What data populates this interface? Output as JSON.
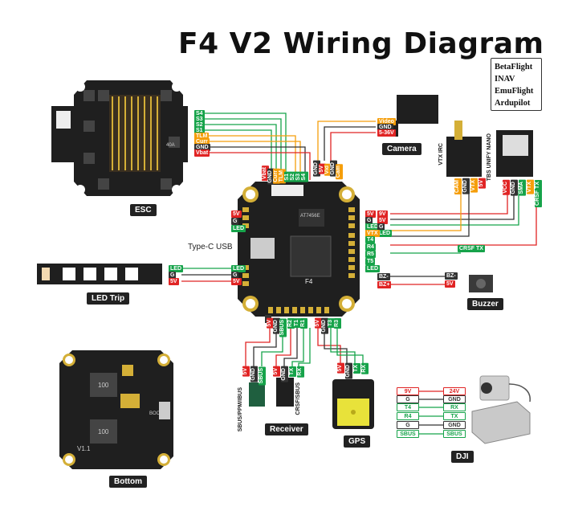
{
  "title": "F4 V2 Wiring Diagram",
  "firmware": [
    "BetaFlight",
    "INAV",
    "EmuFlight",
    "Ardupilot"
  ],
  "captions": {
    "esc": "ESC",
    "camera": "Camera",
    "led_strip": "LED Trip",
    "buzzer": "Buzzer",
    "receiver": "Receiver",
    "gps": "GPS",
    "bottom": "Bottom",
    "dji": "DJI"
  },
  "labels": {
    "type_c": "Type-C USB",
    "esc_chip": "40A",
    "mcu": "F4",
    "baro_chip": "AT7456E",
    "bottom_v": "V1.1",
    "bottom_boot": "BOOT",
    "inductor": "100",
    "vtx_irc": "VTX IRC",
    "tbs_nano": "TBS UNIFY NANO",
    "recv_left": "SBUS/PPM/IBUS",
    "recv_right": "CRSF/SBUS"
  },
  "esc_pins": [
    "S4",
    "S3",
    "S2",
    "S1",
    "TLM",
    "Curr",
    "GND",
    "Vbat"
  ],
  "camera_pins": [
    "Video",
    "GND",
    "5-36V"
  ],
  "led_pins": [
    "LED",
    "G",
    "5V"
  ],
  "fc_left_pins": [
    "5V",
    "G",
    "LED"
  ],
  "fc_left_lower": [
    "LED",
    "G",
    "5V"
  ],
  "fc_right_pins": [
    "5V",
    "G",
    "LED",
    "9V",
    "G",
    "VTX",
    "T4",
    "R4",
    "R5",
    "T5",
    "LED",
    "BZ-",
    "BZ+"
  ],
  "fc_right_outer": [
    "9V",
    "5V",
    "G",
    "LED"
  ],
  "fc_top_pins": [
    "Vbat",
    "GND",
    "Curr",
    "TLM",
    "S1",
    "S2",
    "S3",
    "S4",
    "GND",
    "5V",
    "Vid",
    "GND",
    "Cam"
  ],
  "fc_bottom_pins": [
    "5V",
    "GND",
    "SBUS",
    "R2",
    "T1",
    "R1",
    "5V",
    "GND",
    "T3",
    "R3"
  ],
  "vtx_pins": [
    "CAM",
    "GND",
    "VTX",
    "5V"
  ],
  "tbs_pins": [
    "VCC",
    "GND",
    "SMA",
    "VTX",
    "CRSF TX"
  ],
  "crsf_tx": "CRSF TX",
  "buzzer_pins": [
    "BZ-",
    "5V"
  ],
  "receiver_pins": [
    "5V",
    "GND",
    "SBUS",
    "5V",
    "GND",
    "TX",
    "RX"
  ],
  "gps_pins": [
    "5V",
    "GND",
    "TX",
    "RX"
  ],
  "dji_pins": [
    {
      "fc": "9V",
      "dji": "24V",
      "color": "red"
    },
    {
      "fc": "G",
      "dji": "GND",
      "color": "blk"
    },
    {
      "fc": "T4",
      "dji": "RX",
      "color": "grn"
    },
    {
      "fc": "R4",
      "dji": "TX",
      "color": "grn"
    },
    {
      "fc": "G",
      "dji": "GND",
      "color": "blk"
    },
    {
      "fc": "SBUS",
      "dji": "SBUS",
      "color": "grn"
    }
  ],
  "colors": {
    "red": "#e02424",
    "black": "#333333",
    "green": "#16a34a",
    "orange": "#f59e0b",
    "board": "#1f1f1f",
    "pad": "#d4af37"
  }
}
